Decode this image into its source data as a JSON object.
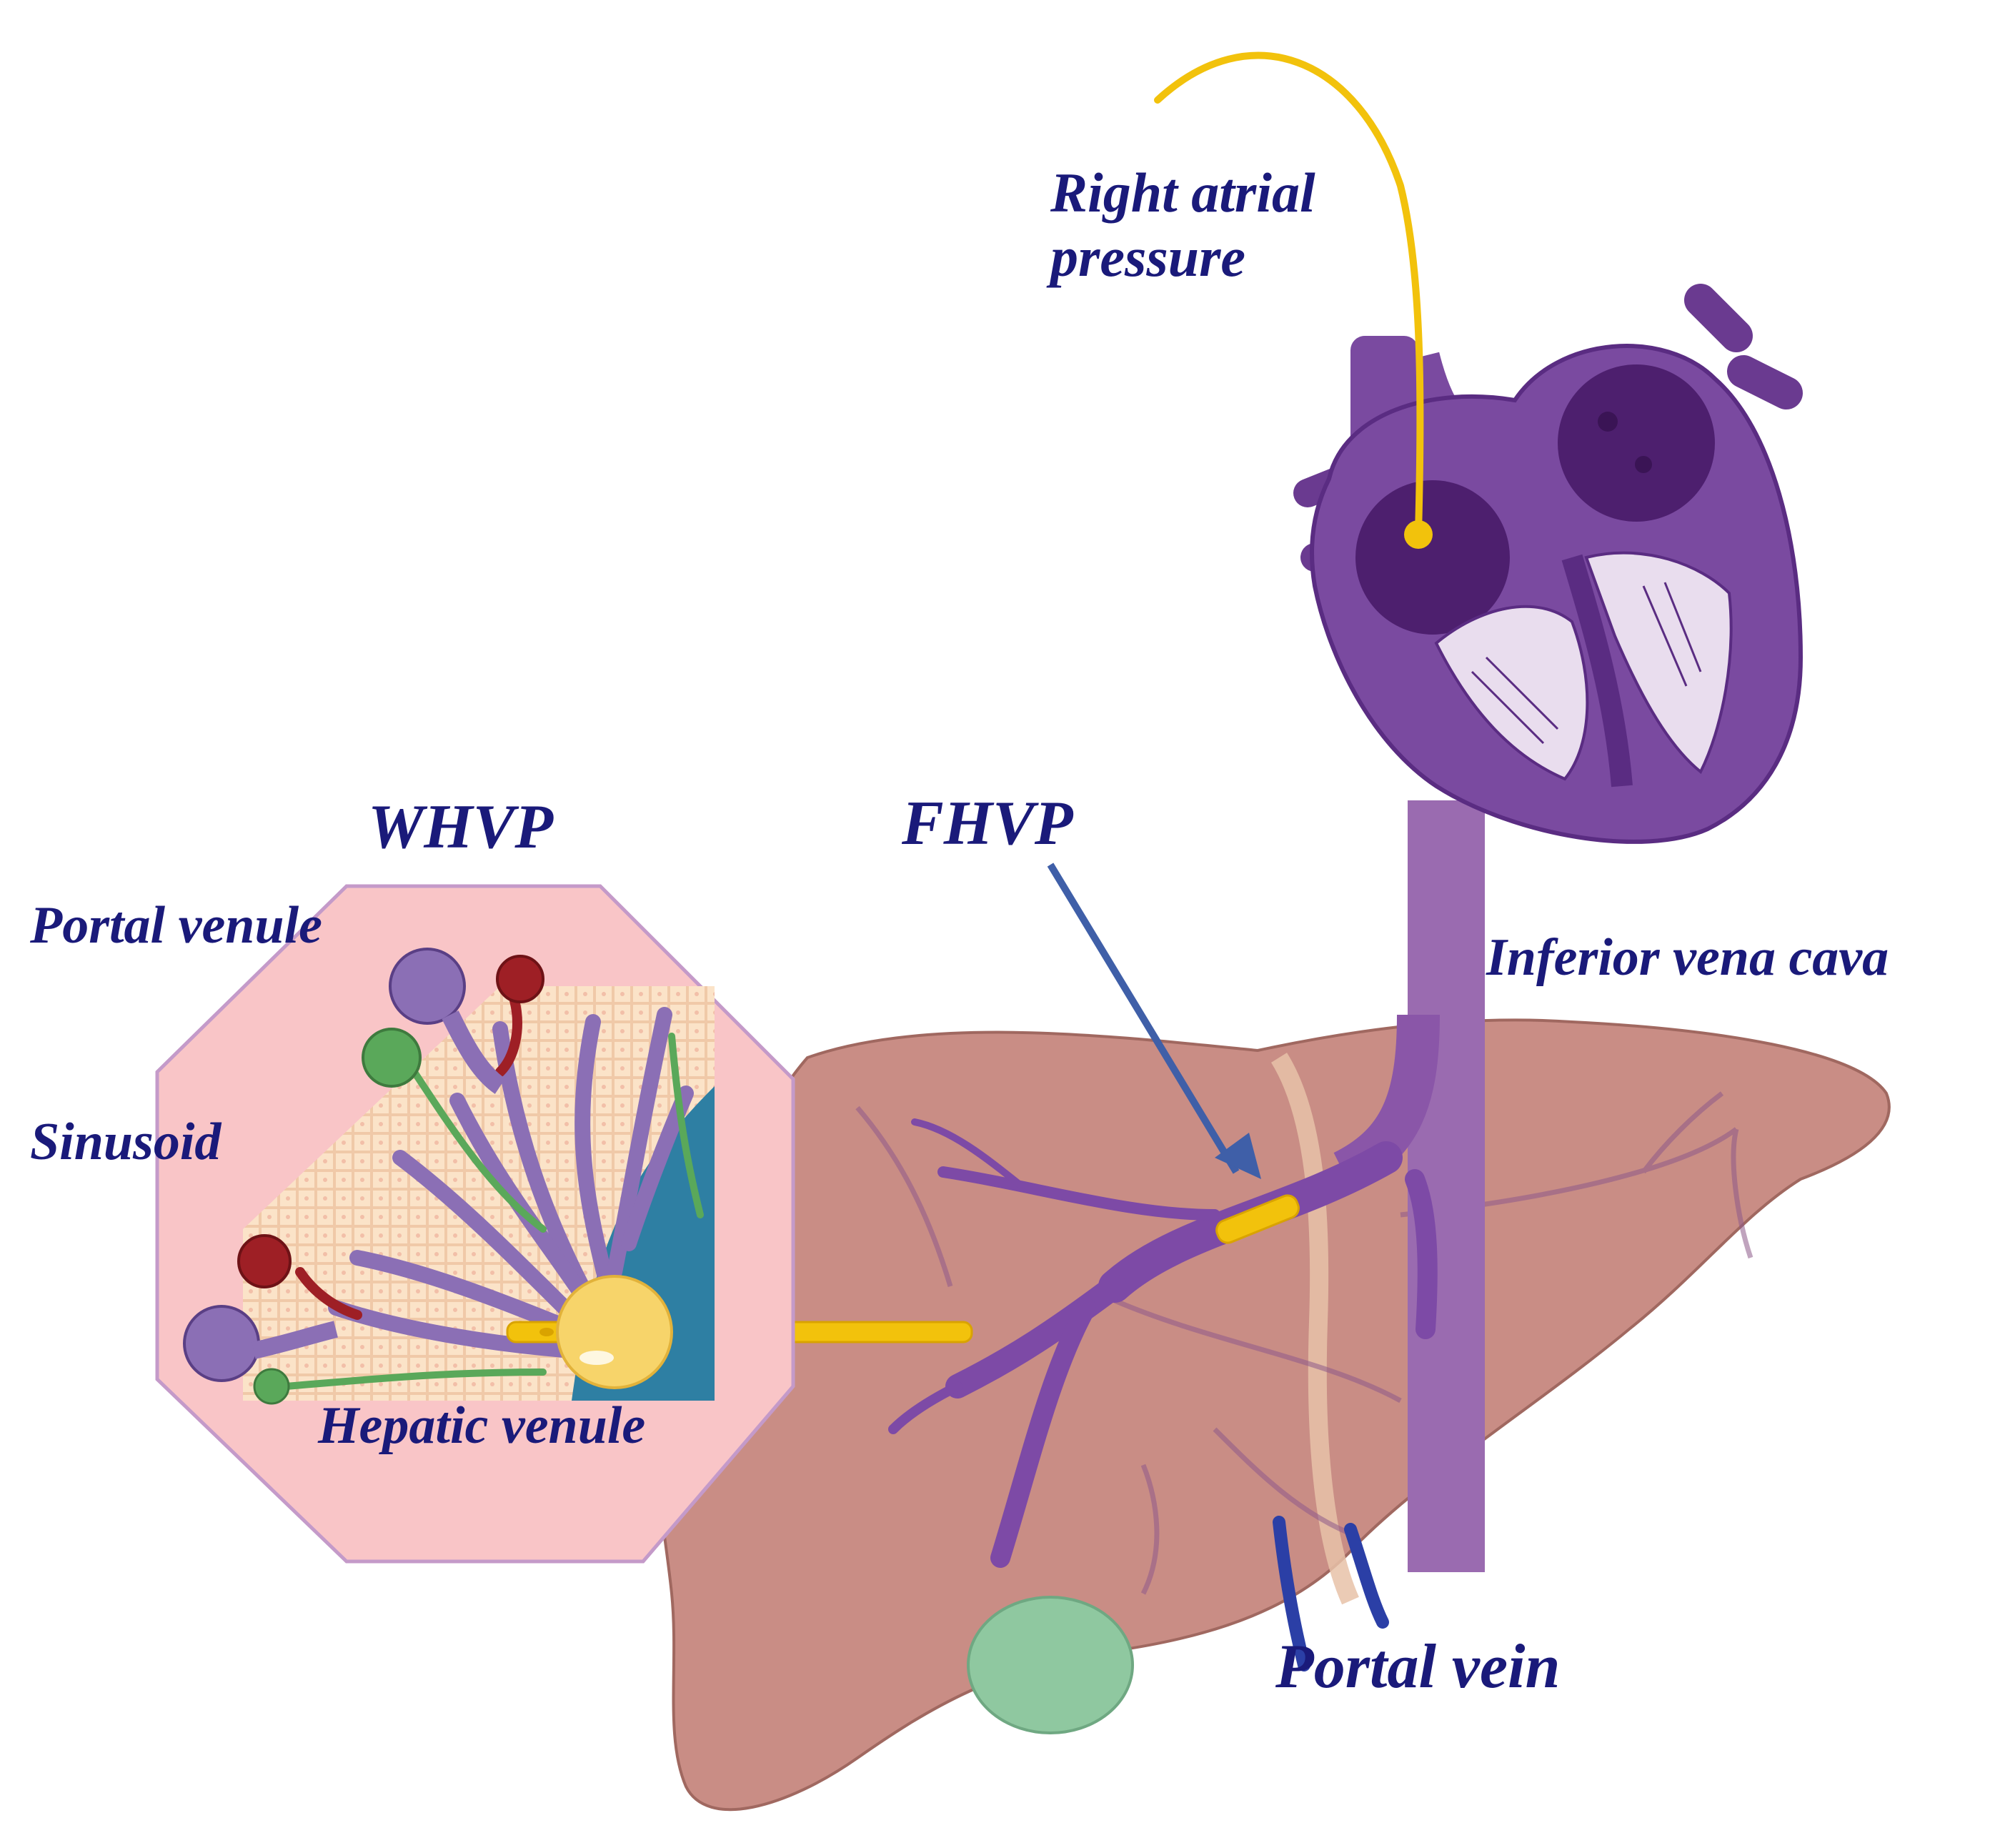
{
  "labels": {
    "right_atrial_line1": "Right atrial",
    "right_atrial_line2": "pressure",
    "inferior_vena_cava": "Inferior vena cava",
    "fhvp": "FHVP",
    "whvp": "WHVP",
    "portal_venule": "Portal venule",
    "sinusoid": "Sinusoid",
    "hepatic_venule": "Hepatic venule",
    "portal_vein": "Portal vein"
  },
  "colors": {
    "label_text": "#1a1a7a",
    "heart": "#7a4aa0",
    "heart_dark": "#4d1f6e",
    "vein": "#7d4aa6",
    "liver": "#c98d85",
    "catheter": "#f2c20c",
    "inset_fill": "#f9c5c7",
    "inset_border": "#c49ac9",
    "portal_vein_blue": "#2b3fa6",
    "gallbladder": "#8fc8a0",
    "hepatic_venule_teal": "#2e7fa3",
    "portal_venule_red": "#9e1f25",
    "sinusoid_green": "#5aa85a"
  }
}
